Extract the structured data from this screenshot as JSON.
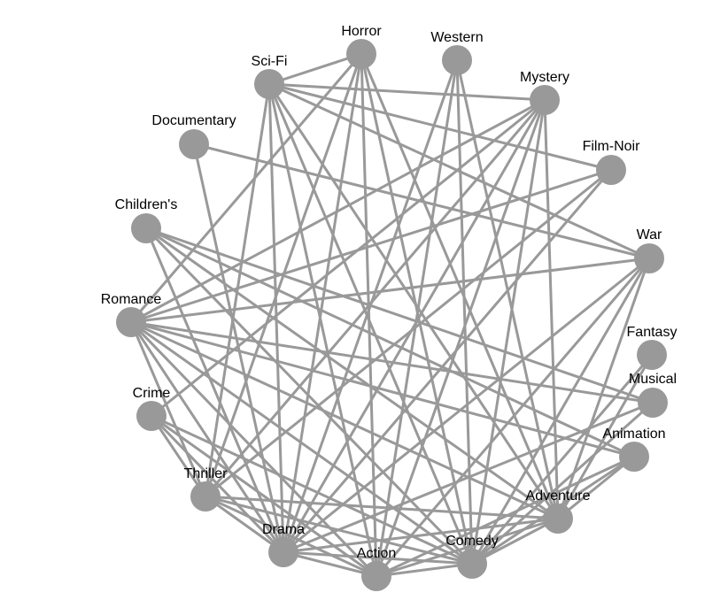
{
  "graph": {
    "colors": {
      "edge": "#999999",
      "node": "#999999",
      "label": "#000000",
      "background": "#ffffff"
    },
    "nodes": [
      {
        "id": "horror",
        "label": "Horror"
      },
      {
        "id": "western",
        "label": "Western"
      },
      {
        "id": "mystery",
        "label": "Mystery"
      },
      {
        "id": "film-noir",
        "label": "Film-Noir"
      },
      {
        "id": "war",
        "label": "War"
      },
      {
        "id": "fantasy",
        "label": "Fantasy"
      },
      {
        "id": "musical",
        "label": "Musical"
      },
      {
        "id": "animation",
        "label": "Animation"
      },
      {
        "id": "adventure",
        "label": "Adventure"
      },
      {
        "id": "comedy",
        "label": "Comedy"
      },
      {
        "id": "action",
        "label": "Action"
      },
      {
        "id": "drama",
        "label": "Drama"
      },
      {
        "id": "thriller",
        "label": "Thriller"
      },
      {
        "id": "crime",
        "label": "Crime"
      },
      {
        "id": "romance",
        "label": "Romance"
      },
      {
        "id": "childrens",
        "label": "Children's"
      },
      {
        "id": "documentary",
        "label": "Documentary"
      },
      {
        "id": "sci-fi",
        "label": "Sci-Fi"
      }
    ],
    "edges": [
      [
        "sci-fi",
        "horror"
      ],
      [
        "sci-fi",
        "mystery"
      ],
      [
        "sci-fi",
        "film-noir"
      ],
      [
        "sci-fi",
        "war"
      ],
      [
        "sci-fi",
        "thriller"
      ],
      [
        "sci-fi",
        "drama"
      ],
      [
        "sci-fi",
        "action"
      ],
      [
        "sci-fi",
        "comedy"
      ],
      [
        "sci-fi",
        "adventure"
      ],
      [
        "horror",
        "romance"
      ],
      [
        "horror",
        "thriller"
      ],
      [
        "horror",
        "drama"
      ],
      [
        "horror",
        "action"
      ],
      [
        "horror",
        "comedy"
      ],
      [
        "horror",
        "adventure"
      ],
      [
        "western",
        "drama"
      ],
      [
        "western",
        "action"
      ],
      [
        "western",
        "comedy"
      ],
      [
        "western",
        "adventure"
      ],
      [
        "mystery",
        "romance"
      ],
      [
        "mystery",
        "crime"
      ],
      [
        "mystery",
        "thriller"
      ],
      [
        "mystery",
        "drama"
      ],
      [
        "mystery",
        "action"
      ],
      [
        "mystery",
        "comedy"
      ],
      [
        "mystery",
        "adventure"
      ],
      [
        "film-noir",
        "romance"
      ],
      [
        "film-noir",
        "thriller"
      ],
      [
        "film-noir",
        "drama"
      ],
      [
        "war",
        "romance"
      ],
      [
        "war",
        "drama"
      ],
      [
        "war",
        "action"
      ],
      [
        "war",
        "comedy"
      ],
      [
        "war",
        "adventure"
      ],
      [
        "documentary",
        "war"
      ],
      [
        "documentary",
        "drama"
      ],
      [
        "childrens",
        "musical"
      ],
      [
        "childrens",
        "animation"
      ],
      [
        "childrens",
        "adventure"
      ],
      [
        "childrens",
        "comedy"
      ],
      [
        "childrens",
        "drama"
      ],
      [
        "romance",
        "musical"
      ],
      [
        "romance",
        "animation"
      ],
      [
        "romance",
        "adventure"
      ],
      [
        "romance",
        "comedy"
      ],
      [
        "romance",
        "action"
      ],
      [
        "romance",
        "drama"
      ],
      [
        "romance",
        "thriller"
      ],
      [
        "crime",
        "thriller"
      ],
      [
        "crime",
        "drama"
      ],
      [
        "crime",
        "action"
      ],
      [
        "crime",
        "comedy"
      ],
      [
        "thriller",
        "drama"
      ],
      [
        "thriller",
        "action"
      ],
      [
        "thriller",
        "comedy"
      ],
      [
        "thriller",
        "adventure"
      ],
      [
        "drama",
        "action"
      ],
      [
        "drama",
        "comedy"
      ],
      [
        "drama",
        "adventure"
      ],
      [
        "drama",
        "musical"
      ],
      [
        "action",
        "comedy"
      ],
      [
        "action",
        "adventure"
      ],
      [
        "action",
        "animation"
      ],
      [
        "comedy",
        "adventure"
      ],
      [
        "comedy",
        "animation"
      ],
      [
        "comedy",
        "musical"
      ],
      [
        "comedy",
        "fantasy"
      ],
      [
        "adventure",
        "animation"
      ],
      [
        "adventure",
        "fantasy"
      ]
    ]
  }
}
